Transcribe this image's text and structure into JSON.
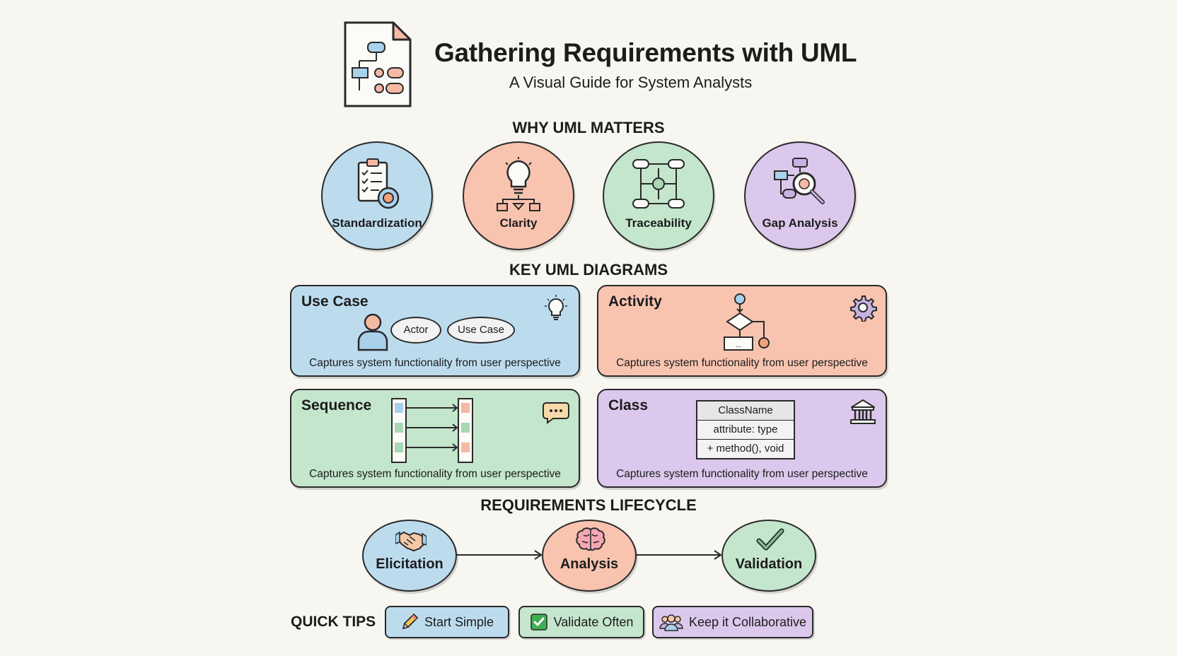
{
  "header": {
    "title": "Gathering Requirements with UML",
    "subtitle": "A Visual Guide for System Analysts"
  },
  "why": {
    "heading": "WHY UML MATTERS",
    "items": [
      {
        "label": "Standardization",
        "icon": "checklist-icon",
        "color": "#bcdcee"
      },
      {
        "label": "Clarity",
        "icon": "lightbulb-icon",
        "color": "#f8c4b0"
      },
      {
        "label": "Traceability",
        "icon": "network-icon",
        "color": "#c4e6cc"
      },
      {
        "label": "Gap Analysis",
        "icon": "magnifier-icon",
        "color": "#dcc8ec"
      }
    ]
  },
  "diagrams": {
    "heading": "KEY UML DIAGRAMS",
    "cards": [
      {
        "title": "Use Case",
        "description": "Captures system functionality from user perspective",
        "color": "#bcdcee",
        "icon": "lightbulb-icon",
        "actor_label": "Actor",
        "usecase_label": "Use Case"
      },
      {
        "title": "Activity",
        "description": "Captures system functionality from user perspective",
        "color": "#f8c4b0",
        "icon": "gear-icon",
        "action_label": "..."
      },
      {
        "title": "Sequence",
        "description": "Captures system functionality from user perspective",
        "color": "#c4e6cc",
        "icon": "chat-bubble-icon"
      },
      {
        "title": "Class",
        "description": "Captures system functionality from user perspective",
        "color": "#dcc8ec",
        "icon": "building-icon",
        "class_rows": [
          "ClassName",
          "attribute: type",
          "+ method(), void"
        ]
      }
    ]
  },
  "lifecycle": {
    "heading": "REQUIREMENTS LIFECYCLE",
    "stages": [
      {
        "label": "Elicitation",
        "icon": "handshake-icon",
        "color": "#bcdcee"
      },
      {
        "label": "Analysis",
        "icon": "brain-icon",
        "color": "#f8c4b0"
      },
      {
        "label": "Validation",
        "icon": "checkmark-icon",
        "color": "#c4e6cc"
      }
    ]
  },
  "tips": {
    "label": "QUICK TIPS",
    "items": [
      {
        "label": "Start Simple",
        "icon": "pencil-icon",
        "color": "#bcdcee"
      },
      {
        "label": "Validate Often",
        "icon": "check-box-icon",
        "color": "#c4e6cc"
      },
      {
        "label": "Keep it Collaborative",
        "icon": "people-icon",
        "color": "#dcc8ec"
      }
    ]
  }
}
